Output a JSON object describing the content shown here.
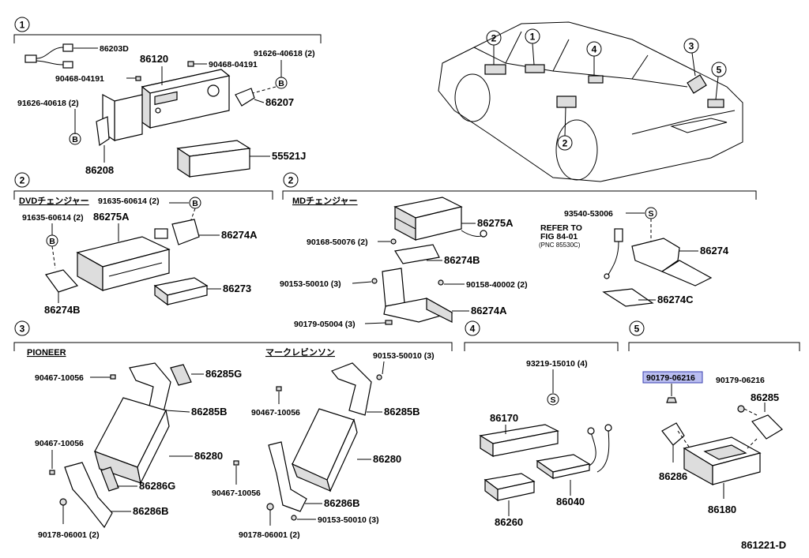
{
  "sections": [
    {
      "num": "1",
      "caption": ""
    },
    {
      "num": "2",
      "caption": "DVDチェンジャー"
    },
    {
      "num": "2",
      "caption": "MDチェンジャー"
    },
    {
      "num": "3",
      "caption": "PIONEER"
    },
    {
      "num": "3",
      "caption": "マークレビンソン"
    },
    {
      "num": "4",
      "caption": ""
    },
    {
      "num": "5",
      "caption": ""
    }
  ],
  "car_callouts": [
    "1",
    "2",
    "2",
    "3",
    "4",
    "5"
  ],
  "s1": {
    "labels": [
      "86203D",
      "86120",
      "90468-04191",
      "91626-40618 (2)",
      "90468-04191",
      "91626-40618 (2)",
      "86207",
      "86208",
      "55521J"
    ],
    "clips": [
      "B",
      "B"
    ]
  },
  "s2a": {
    "labels": [
      "91635-60614 (2)",
      "91635-60614 (2)",
      "86275A",
      "86274A",
      "86273",
      "86274B"
    ],
    "clips": [
      "B",
      "B"
    ]
  },
  "s2b": {
    "labels": [
      "86275A",
      "90168-50076 (2)",
      "86274B",
      "90153-50010 (3)",
      "90158-40002 (2)",
      "86274A",
      "90179-05004 (3)",
      "93540-53006",
      "REFER TO",
      "FIG 84-01",
      "(PNC 85530C)",
      "86274",
      "86274C"
    ],
    "clips": [
      "S"
    ]
  },
  "s3a": {
    "labels": [
      "90467-10056",
      "86285G",
      "86285B",
      "90467-10056",
      "86280",
      "86286G",
      "86286B",
      "90178-06001 (2)"
    ]
  },
  "s3b": {
    "labels": [
      "90153-50010 (3)",
      "90467-10056",
      "86285B",
      "86280",
      "90467-10056",
      "86286B",
      "90153-50010 (3)",
      "90178-06001 (2)"
    ]
  },
  "s4": {
    "labels": [
      "93219-15010 (4)",
      "86170",
      "86040",
      "86260"
    ],
    "clips": [
      "S"
    ]
  },
  "s5": {
    "labels": [
      "90179-06216",
      "90179-06216",
      "86285",
      "86286",
      "86180"
    ]
  },
  "diagram_code": "861221-D",
  "highlight_color": "#b9bdf0"
}
